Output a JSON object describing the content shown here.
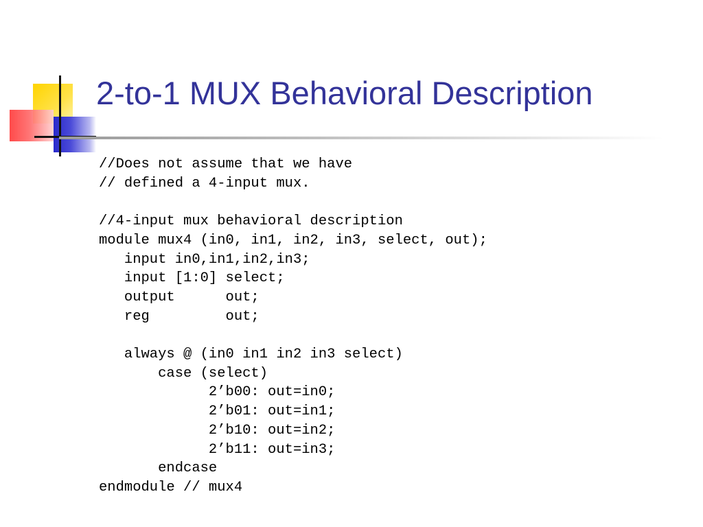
{
  "slide": {
    "title": "2-to-1 MUX Behavioral Description",
    "code_lines": [
      "//Does not assume that we have",
      "// defined a 4-input mux.",
      "",
      "//4-input mux behavioral description",
      "module mux4 (in0, in1, in2, in3, select, out);",
      "   input in0,in1,in2,in3;",
      "   input [1:0] select;",
      "   output      out;",
      "   reg         out;",
      "",
      "   always @ (in0 in1 in2 in3 select)",
      "       case (select)",
      "             2’b00: out=in0;",
      "             2’b01: out=in1;",
      "             2’b10: out=in2;",
      "             2’b11: out=in3;",
      "       endcase",
      "endmodule // mux4"
    ]
  },
  "colors": {
    "title": "#333399",
    "accent_yellow": "#ffd400",
    "accent_red": "#ff3b3b",
    "accent_blue": "#2a2acb"
  }
}
